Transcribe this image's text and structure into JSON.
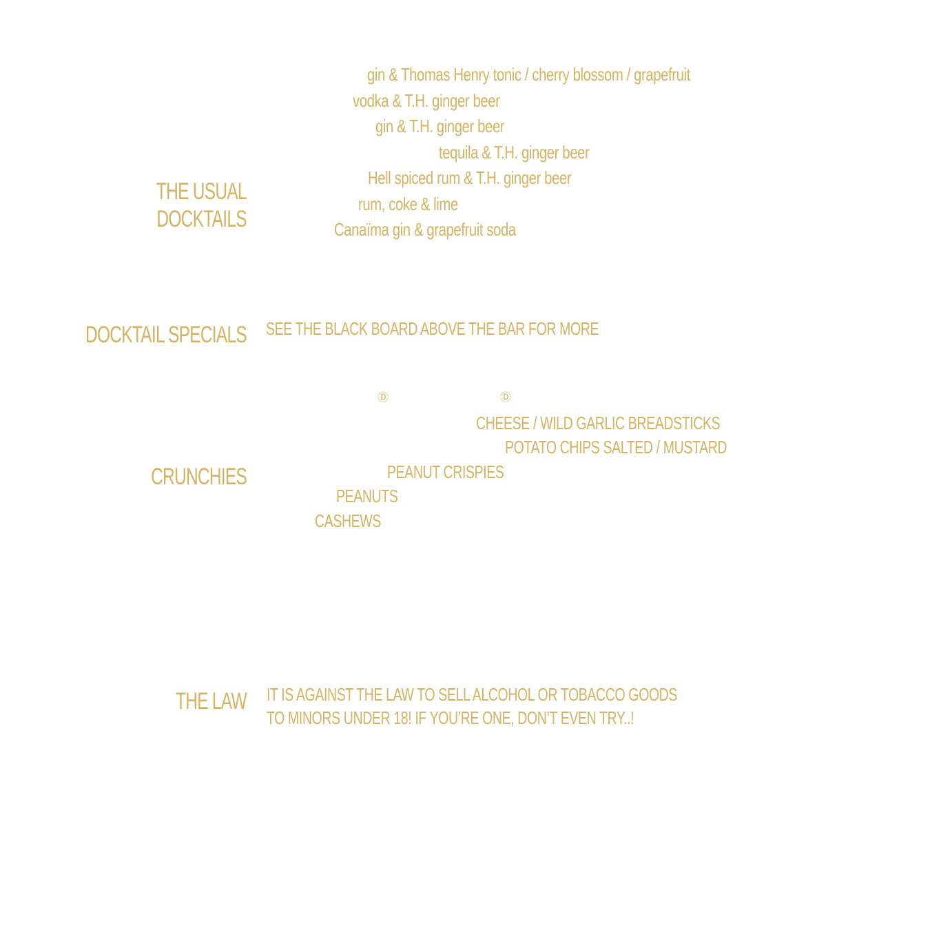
{
  "usual_docktails": {
    "heading_line1": "THE USUAL",
    "heading_line2": "DOCKTAILS",
    "items": [
      "gin & Thomas Henry tonic / cherry blossom / grapefruit",
      "vodka & T.H. ginger beer",
      "gin & T.H. ginger beer",
      "tequila & T.H. ginger beer",
      "Hell spiced rum & T.H. ginger beer",
      "rum, coke & lime",
      "Canaïma gin & grapefruit soda"
    ]
  },
  "docktail_specials": {
    "heading": "DOCKTAIL SPECIALS",
    "text": "SEE THE BLACK BOARD ABOVE THE BAR FOR MORE"
  },
  "crunchies": {
    "heading": "CRUNCHIES",
    "markers": [
      "Ⓓ",
      "Ⓓ"
    ],
    "items": [
      "CHEESE / WILD GARLIC BREADSTICKS",
      "POTATO CHIPS SALTED / MUSTARD",
      "PEANUT CRISPIES",
      "PEANUTS",
      "CASHEWS"
    ]
  },
  "the_law": {
    "heading": "THE LAW",
    "line1": "IT IS AGAINST THE LAW TO SELL ALCOHOL OR TOBACCO GOODS",
    "line2": "TO MINORS UNDER 18! IF YOU’RE ONE, DON’T EVEN TRY..!"
  },
  "colors": {
    "gold": "#d4b262",
    "background": "#ffffff"
  }
}
